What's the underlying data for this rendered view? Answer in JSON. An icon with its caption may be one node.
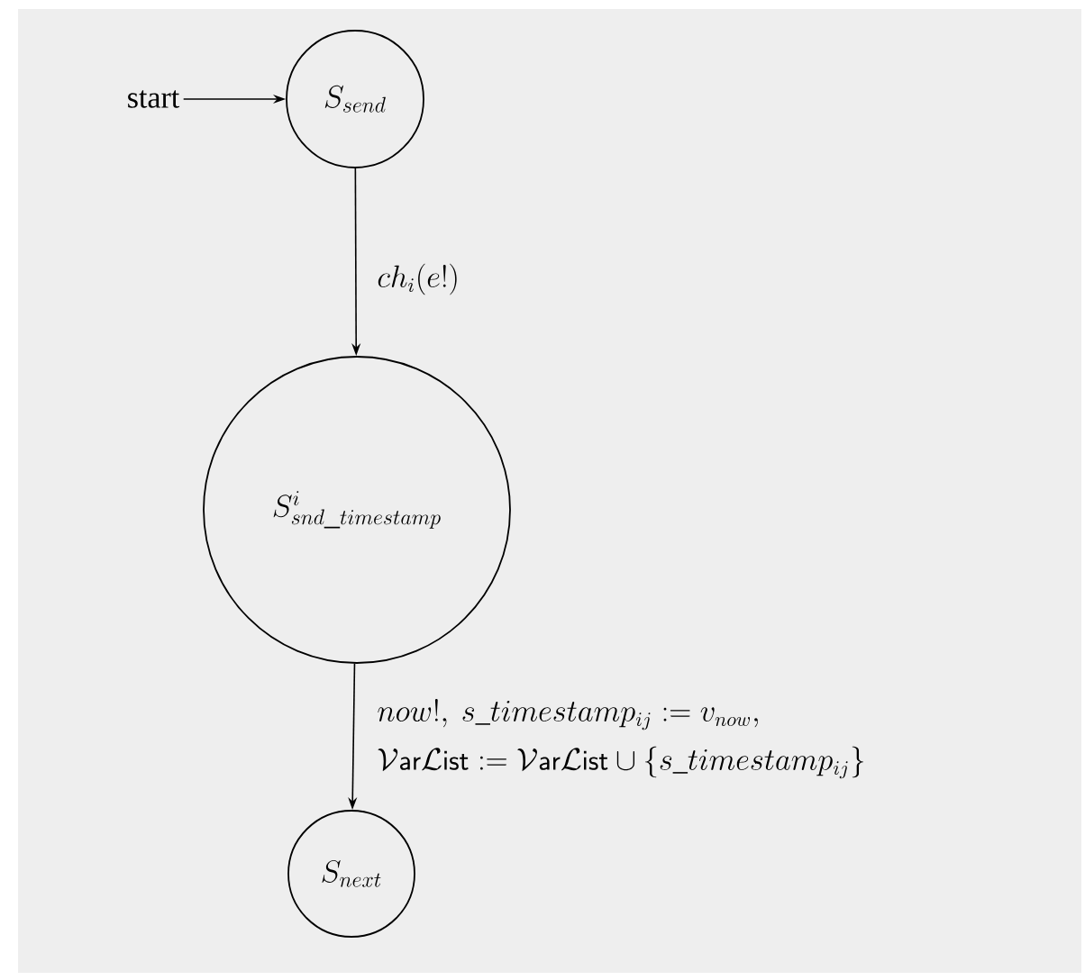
{
  "diagram": {
    "nodes": [
      {
        "text": [
          "start"
        ]
      },
      {
        "text": [
          "S_{send}"
        ]
      },
      {
        "text": [
          "S^{i}_{snd\\_timestamp}"
        ]
      },
      {
        "text": [
          "S_{next}"
        ]
      }
    ],
    "edges": [
      {
        "from": 0,
        "to": 1,
        "arrow": "to"
      },
      {
        "from": 1,
        "to": 2,
        "arrow": "to",
        "label": "ch_{i}(e!)"
      },
      {
        "from": 2,
        "to": 3,
        "arrow": "to",
        "label": "\\begin{array}{@{}l@{}} now!,\\ s\\_timestamp_{ij} := v_{now}, \\\\[8pt] \\mathcal{V}\\mathsf{ar}\\mathcal{L}\\mathsf{ist} := \\mathcal{V}\\mathsf{ar}\\mathcal{L}\\mathsf{ist} \\cup \\{s\\_timestamp_{ij}\\} \\end{array}"
      }
    ]
  }
}
